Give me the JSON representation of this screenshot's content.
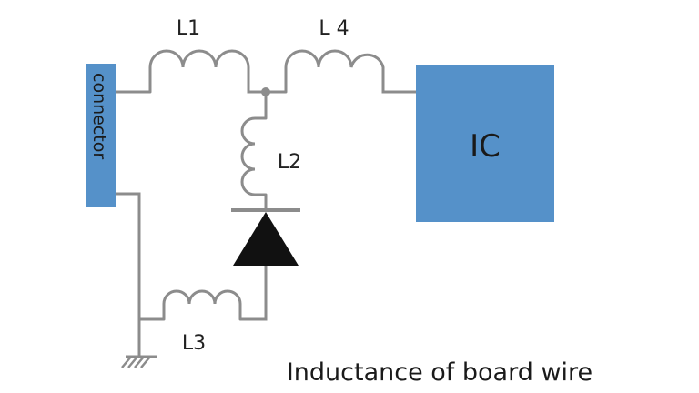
{
  "diagram": {
    "labels": {
      "l1": "L1",
      "l2": "L2",
      "l3": "L3",
      "l4": "L 4"
    },
    "connector_label": "connector",
    "ic_label": "IC",
    "caption": "Inductance of board wire"
  },
  "colors": {
    "block_fill": "#5591c9",
    "wire": "#8c8c8c",
    "diode": "#111111",
    "text": "#1a1a1a"
  }
}
